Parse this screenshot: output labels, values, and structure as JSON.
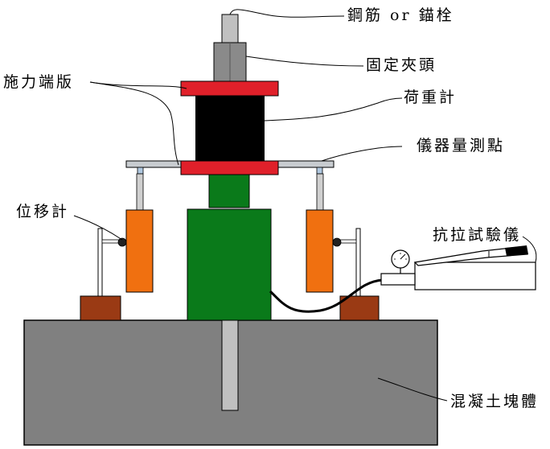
{
  "labels": {
    "rebar": "鋼筋 or 錨栓",
    "fixed_clamp": "固定夾頭",
    "load_end_plate": "施力端版",
    "load_cell": "荷重計",
    "measure_point": "儀器量測點",
    "displacement_gauge": "位移計",
    "pullout_tester": "抗拉試驗儀",
    "concrete_block": "混凝土塊體"
  },
  "colors": {
    "concrete": "#808080",
    "steel": "#c0c0c0",
    "clamp": "#8a8a8a",
    "end_plate": "#e0202a",
    "load_cell": "#000000",
    "green_block": "#0a7a1a",
    "gauge_body": "#f07010",
    "gauge_base": "#9a3a14",
    "frame_bar": "#c8ccd0"
  }
}
